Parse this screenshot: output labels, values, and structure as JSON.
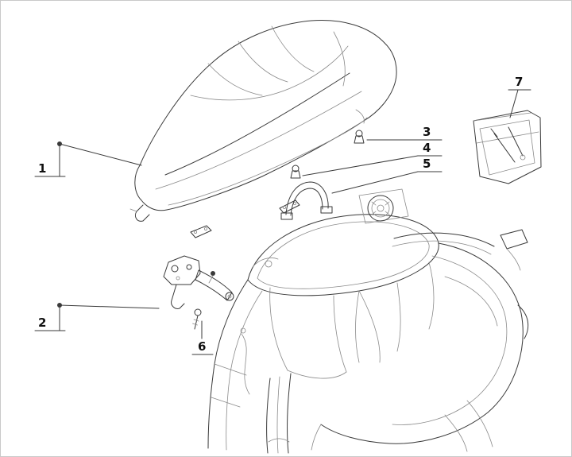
{
  "figure": {
    "type": "exploded-parts-diagram",
    "subject": "scooter saddle, bracket and rear body assembly",
    "callouts": {
      "c1": "1",
      "c2": "2",
      "c3": "3",
      "c4": "4",
      "c5": "5",
      "c6": "6",
      "c7": "7"
    },
    "colors": {
      "line": "#3a3a3a",
      "line2": "#8a8a8a",
      "background": "#ffffff",
      "frame": "#c9c9c9",
      "label": "#111111"
    }
  }
}
